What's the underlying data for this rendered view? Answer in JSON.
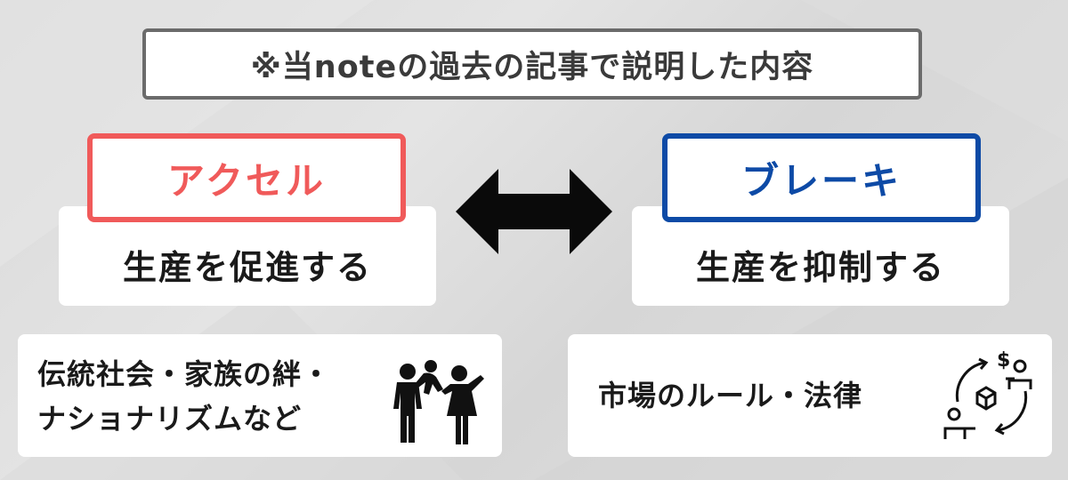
{
  "header": {
    "note": "※当noteの過去の記事で説明した内容"
  },
  "accelerator": {
    "label": "アクセル",
    "description": "生産を促進する",
    "detail_line1": "伝統社会・家族の絆・",
    "detail_line2": "ナショナリズムなど",
    "icon": "family-icon",
    "color": "#f05a5a"
  },
  "brake": {
    "label": "ブレーキ",
    "description": "生産を抑制する",
    "detail": "市場のルール・法律",
    "icon": "market-exchange-icon",
    "color": "#0d4aa6"
  },
  "connector": {
    "icon": "double-arrow-icon"
  }
}
